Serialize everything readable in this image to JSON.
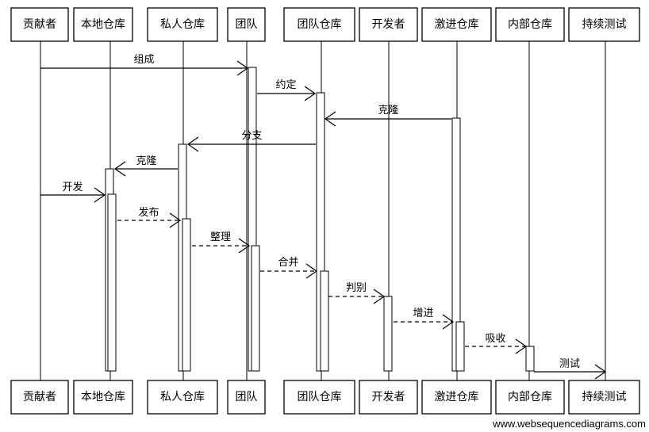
{
  "participants": [
    {
      "id": "contributor",
      "label": "贡献者"
    },
    {
      "id": "local",
      "label": "本地仓库"
    },
    {
      "id": "private",
      "label": "私人仓库"
    },
    {
      "id": "team",
      "label": "团队"
    },
    {
      "id": "team_repo",
      "label": "团队仓库"
    },
    {
      "id": "developer",
      "label": "开发者"
    },
    {
      "id": "staging",
      "label": "激进仓库"
    },
    {
      "id": "internal",
      "label": "内部仓库"
    },
    {
      "id": "ci",
      "label": "持续测试"
    }
  ],
  "messages": [
    {
      "from": "contributor",
      "to": "team",
      "label": "组成",
      "style": "solid"
    },
    {
      "from": "team",
      "to": "team_repo",
      "label": "约定",
      "style": "solid"
    },
    {
      "from": "staging",
      "to": "team_repo",
      "label": "克隆",
      "style": "solid"
    },
    {
      "from": "team_repo",
      "to": "private",
      "label": "分支",
      "style": "solid"
    },
    {
      "from": "private",
      "to": "local",
      "label": "克隆",
      "style": "solid"
    },
    {
      "from": "contributor",
      "to": "local",
      "label": "开发",
      "style": "solid"
    },
    {
      "from": "local",
      "to": "private",
      "label": "发布",
      "style": "dashed"
    },
    {
      "from": "private",
      "to": "team",
      "label": "整理",
      "style": "dashed"
    },
    {
      "from": "team",
      "to": "team_repo",
      "label": "合并",
      "style": "dashed"
    },
    {
      "from": "team_repo",
      "to": "developer",
      "label": "判别",
      "style": "dashed"
    },
    {
      "from": "developer",
      "to": "staging",
      "label": "增进",
      "style": "dashed"
    },
    {
      "from": "staging",
      "to": "internal",
      "label": "吸收",
      "style": "dashed"
    },
    {
      "from": "internal",
      "to": "ci",
      "label": "测试",
      "style": "solid"
    }
  ],
  "watermark": "www.websequencediagrams.com"
}
